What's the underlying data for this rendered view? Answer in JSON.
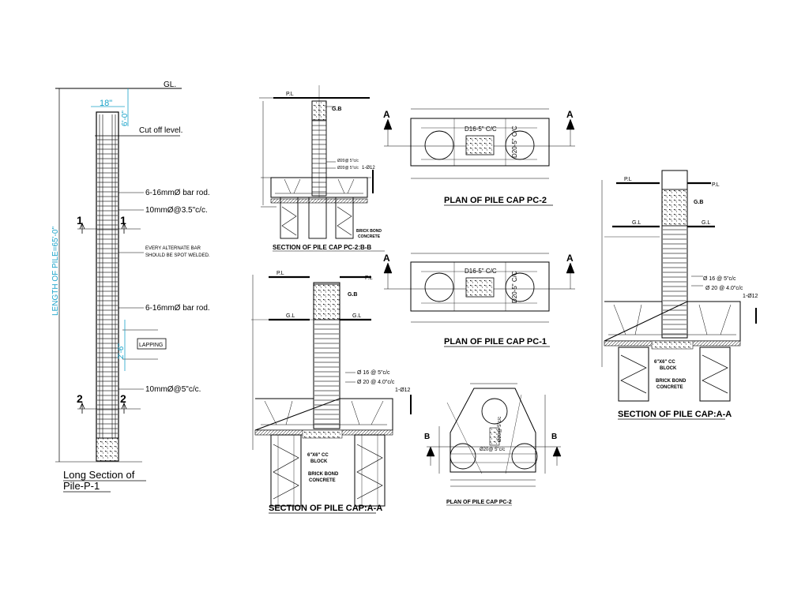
{
  "pile": {
    "gl": "GL.",
    "width": "18\"",
    "top": "6'-0\"",
    "cutoff": "Cut off level.",
    "bar1": "6-16mmØ bar rod.",
    "tie1": "10mmØ@3.5\"c/c.",
    "weld1": "EVERY ALTERNATE BAR",
    "weld2": "SHOULD BE SPOT WELDED.",
    "bar2": "6-16mmØ bar rod.",
    "lap_len": "2'-6\"",
    "lapping": "LAPPING",
    "tie2": "10mmØ@5\"c/c.",
    "length": "LENGTH OF PILE=65'-0\"",
    "s1": "1",
    "s2": "2",
    "title1": "Long Section of",
    "title2": "Pile-P-1"
  },
  "sec_bb": {
    "pl": "P.L",
    "gb": "G.B",
    "r1": "Ø20@ 5\"c/c",
    "r2": "Ø20@ 5\"c/c",
    "r3": "1-Ø12",
    "brick1": "BRICK BOND",
    "brick2": "CONCRETE",
    "title": "SECTION OF PILE CAP PC-2:B-B"
  },
  "sec_aa": {
    "pl": "P.L",
    "gb": "G.B",
    "gl": "G.L",
    "r1": "Ø 16 @ 5\"c/c",
    "r2": "Ø 20 @ 4.0\"c/c",
    "r3": "1-Ø12",
    "block1": "6\"X6\" CC",
    "block2": "BLOCK",
    "brick1": "BRICK BOND",
    "brick2": "CONCRETE",
    "title": "SECTION OF PILE CAP:A-A"
  },
  "plan2": {
    "a": "A",
    "label1": "D16-5\" C/C",
    "label2": "D20-5\" C/C",
    "title": "PLAN OF PILE CAP PC-2"
  },
  "plan1": {
    "a": "A",
    "label1": "D16-5\" C/C",
    "label2": "D20-5\" C/C",
    "title": "PLAN OF PILE CAP PC-1"
  },
  "plan3": {
    "b": "B",
    "label1": "Ø20@ 5\"c/c",
    "label2": "Ø20@ 5\"c/c",
    "title": "PLAN OF PILE CAP PC-2"
  },
  "sec_aa2": {
    "pl": "P.L",
    "gb": "G.B",
    "gl": "G.L",
    "r1": "Ø 16 @ 5\"c/c",
    "r2": "Ø 20 @ 4.0\"c/c",
    "r3": "1-Ø12",
    "block1": "6\"X6\" CC",
    "block2": "BLOCK",
    "brick1": "BRICK BOND",
    "brick2": "CONCRETE",
    "title": "SECTION OF PILE CAP:A-A"
  }
}
